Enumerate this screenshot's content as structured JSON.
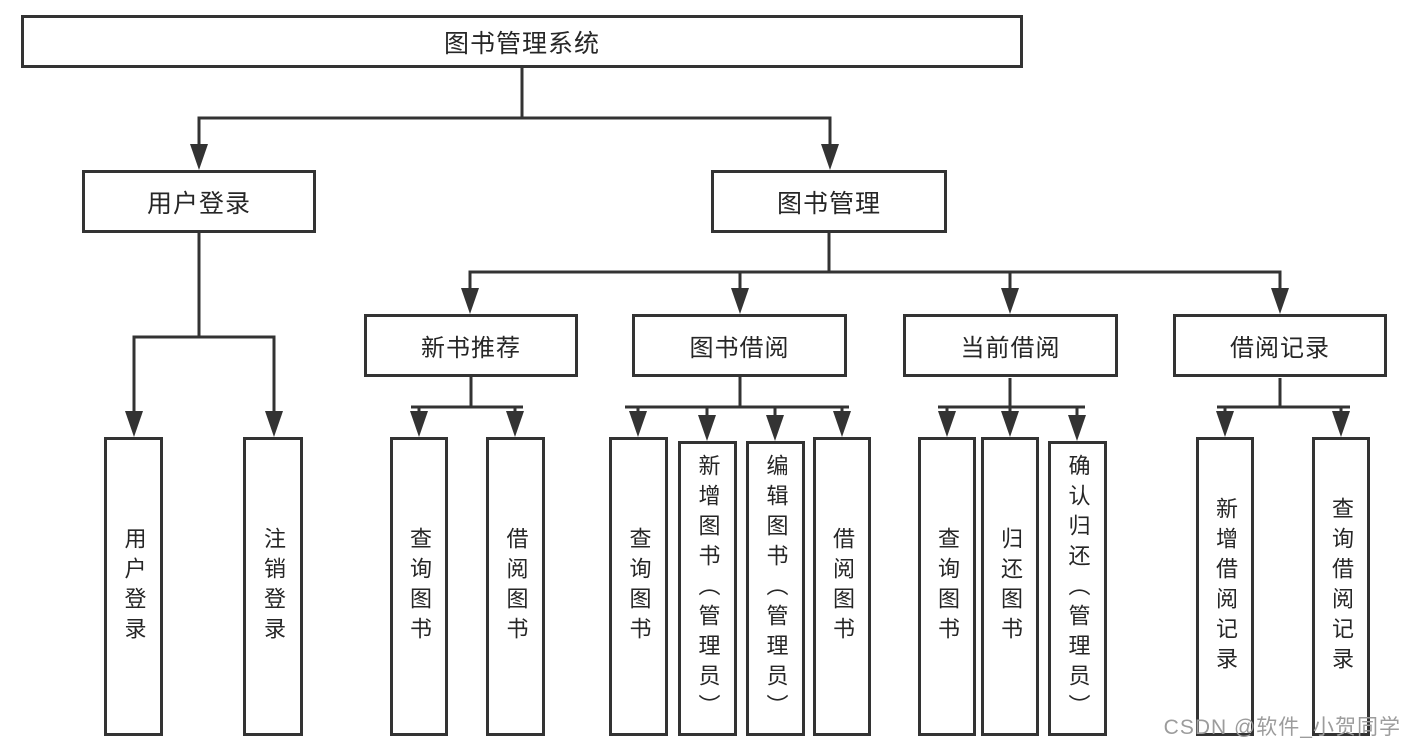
{
  "tree": {
    "root": {
      "label": "图书管理系统",
      "children": [
        {
          "label": "用户登录",
          "children": [
            {
              "label": "用户登录"
            },
            {
              "label": "注销登录"
            }
          ]
        },
        {
          "label": "图书管理",
          "children": [
            {
              "label": "新书推荐",
              "children": [
                {
                  "label": "查询图书"
                },
                {
                  "label": "借阅图书"
                }
              ]
            },
            {
              "label": "图书借阅",
              "children": [
                {
                  "label": "查询图书"
                },
                {
                  "label": "新增图书（管理员）"
                },
                {
                  "label": "编辑图书（管理员）"
                },
                {
                  "label": "借阅图书"
                }
              ]
            },
            {
              "label": "当前借阅",
              "children": [
                {
                  "label": "查询图书"
                },
                {
                  "label": "归还图书"
                },
                {
                  "label": "确认归还（管理员）"
                }
              ]
            },
            {
              "label": "借阅记录",
              "children": [
                {
                  "label": "新增借阅记录"
                },
                {
                  "label": "查询借阅记录"
                }
              ]
            }
          ]
        }
      ]
    }
  },
  "watermark": {
    "text": "CSDN @软件_小贺同学"
  },
  "colors": {
    "line": "#333333",
    "text": "#262626",
    "watermark": "#9c9c9c",
    "background": "#ffffff"
  }
}
